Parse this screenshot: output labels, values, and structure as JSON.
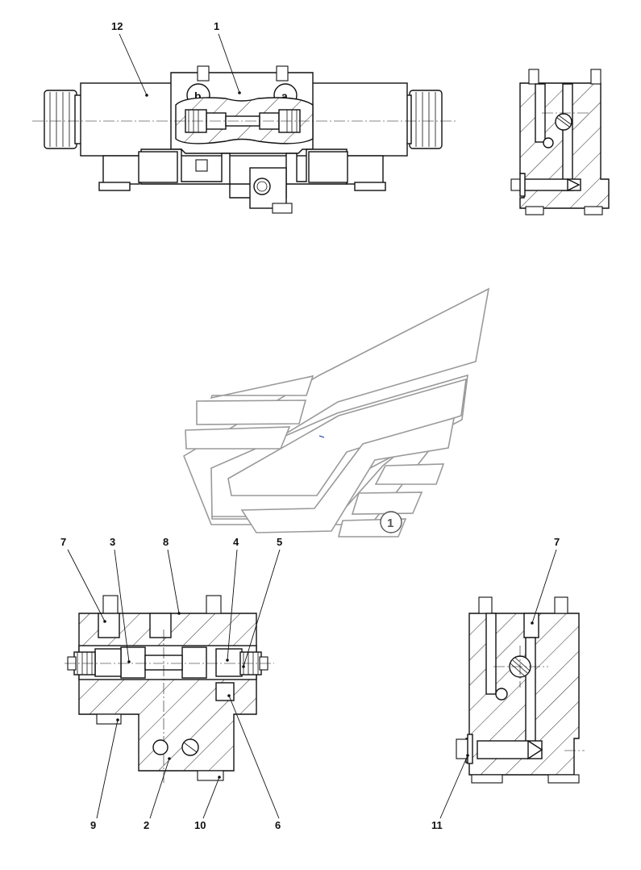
{
  "callouts": {
    "top_view": [
      "12",
      "1"
    ],
    "main_section": [
      "7",
      "3",
      "8",
      "4",
      "5",
      "9",
      "2",
      "10",
      "6"
    ],
    "side_section": [
      "7",
      "11"
    ]
  },
  "port_labels": {
    "left": "b",
    "right": "a"
  },
  "logo": {
    "badge_text": "1"
  }
}
